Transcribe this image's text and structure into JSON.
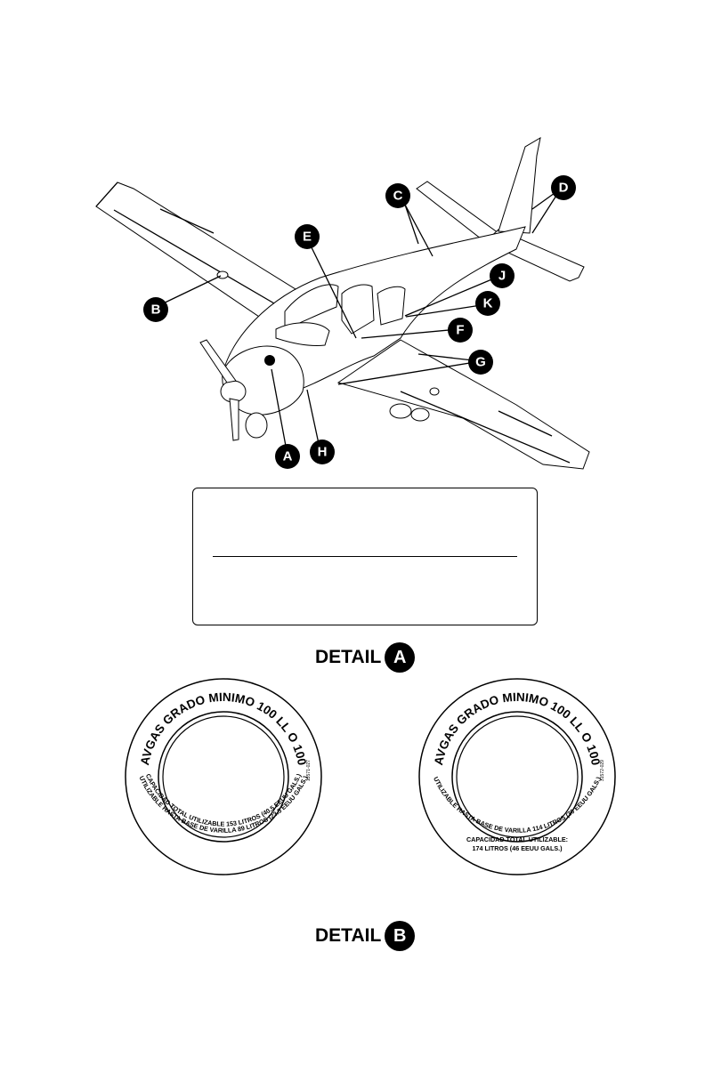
{
  "airplane_callouts": [
    "A",
    "B",
    "C",
    "D",
    "E",
    "F",
    "G",
    "H",
    "J",
    "K"
  ],
  "detail_a": {
    "label": "DETAIL",
    "badge": "A"
  },
  "detail_b": {
    "label": "DETAIL",
    "badge": "B"
  },
  "fuel_placards": [
    {
      "outer_text": "AVGAS GRADO MINIMO 100 LL O 100",
      "inner_line_1": "CAPACIDAD TOTAL UTILIZABLE 153 LITROS (40.5 EEUU GALS.)",
      "inner_line_2": "UTILIZABLE HASTA BASE DE VARILLA 89 LITROS (23.5 EEUU GALS.)",
      "part_number": "13571-027"
    },
    {
      "outer_text": "AVGAS GRADO MINIMO 100 LL O 100",
      "inner_line_1": "CAPACIDAD TOTAL UTILIZABLE:",
      "inner_line_1b": "174 LITROS (46 EEUU GALS.)",
      "inner_line_2": "UTILIZABLE HASTA BASE DE VARILLA 114 LITROS (30 EEUU GALS.)",
      "part_number": "31572-029"
    }
  ]
}
